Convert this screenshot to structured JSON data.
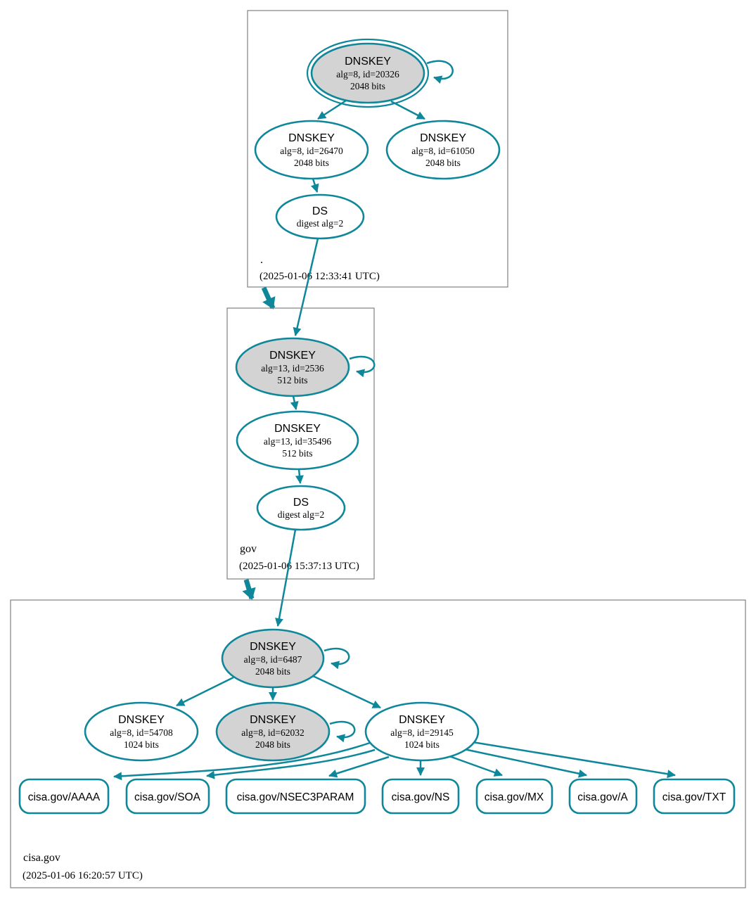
{
  "diagram": {
    "type": "dnssec-authentication-chain",
    "colors": {
      "secure_edge": "#0e879a",
      "ksk_fill": "#d3d3d3",
      "zone_border": "#808080",
      "background": "#ffffff"
    },
    "zones": [
      {
        "name": ".",
        "timestamp": "(2025-01-06 12:33:41 UTC)",
        "nodes": {
          "ksk": {
            "title": "DNSKEY",
            "alg": "alg=8, id=20326",
            "bits": "2048 bits"
          },
          "zsk1": {
            "title": "DNSKEY",
            "alg": "alg=8, id=26470",
            "bits": "2048 bits"
          },
          "zsk2": {
            "title": "DNSKEY",
            "alg": "alg=8, id=61050",
            "bits": "2048 bits"
          },
          "ds": {
            "title": "DS",
            "digest": "digest alg=2"
          }
        }
      },
      {
        "name": "gov",
        "timestamp": "(2025-01-06 15:37:13 UTC)",
        "nodes": {
          "ksk": {
            "title": "DNSKEY",
            "alg": "alg=13, id=2536",
            "bits": "512 bits"
          },
          "zsk": {
            "title": "DNSKEY",
            "alg": "alg=13, id=35496",
            "bits": "512 bits"
          },
          "ds": {
            "title": "DS",
            "digest": "digest alg=2"
          }
        }
      },
      {
        "name": "cisa.gov",
        "timestamp": "(2025-01-06 16:20:57 UTC)",
        "nodes": {
          "ksk": {
            "title": "DNSKEY",
            "alg": "alg=8, id=6487",
            "bits": "2048 bits"
          },
          "zsk1": {
            "title": "DNSKEY",
            "alg": "alg=8, id=54708",
            "bits": "1024 bits"
          },
          "zsk2": {
            "title": "DNSKEY",
            "alg": "alg=8, id=62032",
            "bits": "2048 bits"
          },
          "zsk3": {
            "title": "DNSKEY",
            "alg": "alg=8, id=29145",
            "bits": "1024 bits"
          }
        },
        "rrsets": [
          "cisa.gov/AAAA",
          "cisa.gov/SOA",
          "cisa.gov/NSEC3PARAM",
          "cisa.gov/NS",
          "cisa.gov/MX",
          "cisa.gov/A",
          "cisa.gov/TXT"
        ]
      }
    ]
  }
}
